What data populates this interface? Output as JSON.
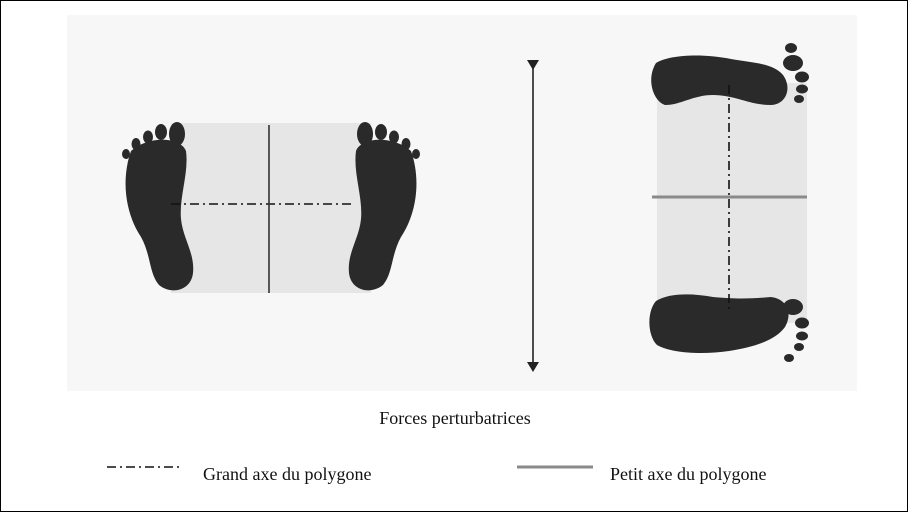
{
  "caption": {
    "forces_label": "Forces perturbatrices"
  },
  "legend": {
    "grand_axe_label": "Grand axe du polygone",
    "petit_axe_label": "Petit axe du polygone",
    "dashdot_symbol": "dash-dot-line",
    "solid_symbol": "solid-gray-line"
  },
  "colors": {
    "frame_border": "#000000",
    "footprint": "#2a2a2a",
    "polygon_fill": "#e6e6e6",
    "grand_axe_line": "#111111",
    "petit_axe_line": "#8a8a8a",
    "arrow": "#222222"
  }
}
